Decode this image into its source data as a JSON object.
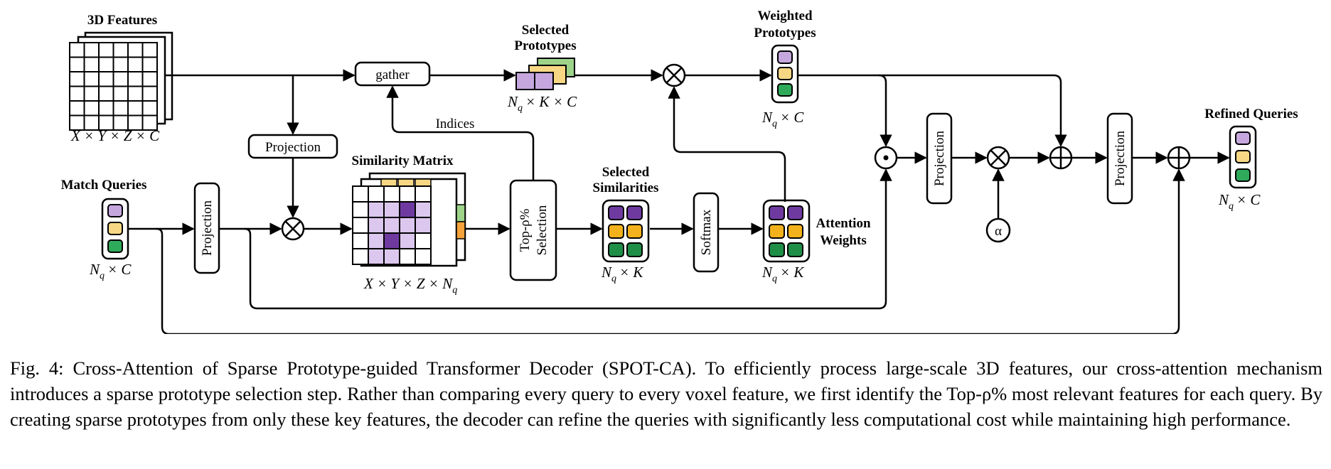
{
  "labels": {
    "features_3d": "3D Features",
    "features_dim": "X × Y × Z × C",
    "gather": "gather",
    "selected_prototypes_1": "Selected",
    "selected_prototypes_2": "Prototypes",
    "selected_prototypes_dim_n": "N",
    "selected_prototypes_dim_q": "q",
    "selected_prototypes_dim_rest": "× K × C",
    "weighted_prototypes_1": "Weighted",
    "weighted_prototypes_2": "Prototypes",
    "nc_n": "N",
    "nc_q": "q",
    "nc_rest": "× C",
    "indices": "Indices",
    "projection": "Projection",
    "similarity_matrix": "Similarity Matrix",
    "sim_dim_main": "X × Y × Z × N",
    "sim_dim_sub": "q",
    "match_queries": "Match Queries",
    "top_rho_1": "Top-ρ%",
    "top_rho_2": "Selection",
    "selected_similarities_1": "Selected",
    "selected_similarities_2": "Similarities",
    "nk_n": "N",
    "nk_q": "q",
    "nk_rest": "× K",
    "softmax": "Softmax",
    "attention_weights_1": "Attention",
    "attention_weights_2": "Weights",
    "refined_queries": "Refined Queries",
    "alpha": "α"
  },
  "colors": {
    "purple_light": "#c5a7de",
    "purple_dark": "#6f3aa0",
    "yellow": "#f7d784",
    "orange": "#f5a23b",
    "green": "#2faa5a",
    "green_light": "#9dd48a",
    "lavender": "#dcc7ee"
  },
  "caption": {
    "text": "Fig. 4: Cross-Attention of Sparse Prototype-guided Transformer Decoder (SPOT-CA). To efficiently process large-scale 3D features, our cross-attention mechanism introduces a sparse prototype selection step. Rather than comparing every query to every voxel feature, we first identify the Top-ρ% most relevant features for each query. By creating sparse prototypes from only these key features, the decoder can refine the queries with significantly less computational cost while maintaining high performance."
  }
}
